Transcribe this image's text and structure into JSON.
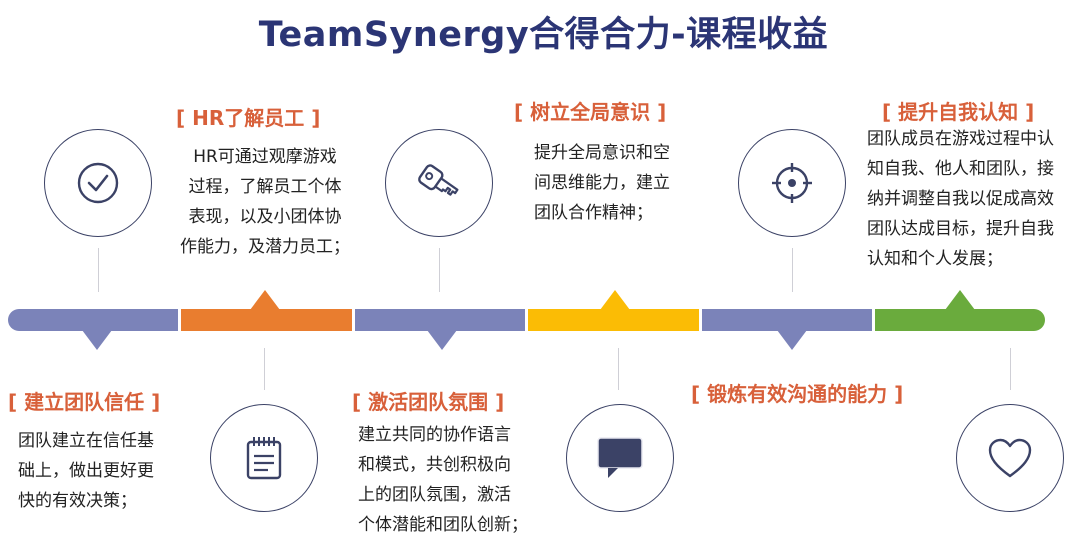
{
  "title": "TeamSynergy合得合力-课程收益",
  "colors": {
    "title": "#2b3575",
    "heading": "#d8603a",
    "purple": "#7b83b9",
    "orange": "#e97d2f",
    "yellow": "#fbbc05",
    "green": "#6aab3d"
  },
  "benefits": [
    {
      "heading": "[ 建立团队信任 ]",
      "lines": [
        "团队建立在信任基",
        "础上，做出更好更",
        "快的有效决策；"
      ],
      "icon": "check-circle-icon"
    },
    {
      "heading": "[ HR了解员工 ]",
      "lines": [
        "HR可通过观摩游戏",
        "过程，了解员工个体",
        "表现，以及小团体协",
        "作能力，及潜力员工；"
      ],
      "icon": "notepad-icon"
    },
    {
      "heading": "[ 激活团队氛围 ]",
      "lines": [
        "建立共同的协作语言",
        "和模式，共创积极向",
        "上的团队氛围，激活",
        "个体潜能和团队创新；"
      ],
      "icon": "key-icon"
    },
    {
      "heading": "[ 树立全局意识 ]",
      "lines": [
        "提升全局意识和空",
        "间思维能力，建立",
        "团队合作精神；"
      ],
      "icon": "chat-bubble-icon"
    },
    {
      "heading": "[ 锻炼有效沟通的能力 ]",
      "lines": [],
      "icon": "target-icon"
    },
    {
      "heading": "[ 提升自我认知 ]",
      "lines": [
        "团队成员在游戏过程中认",
        "知自我、他人和团队，接",
        "纳并调整自我以促成高效",
        "团队达成目标，提升自我",
        "认知和个人发展；"
      ],
      "icon": "heart-icon"
    }
  ]
}
